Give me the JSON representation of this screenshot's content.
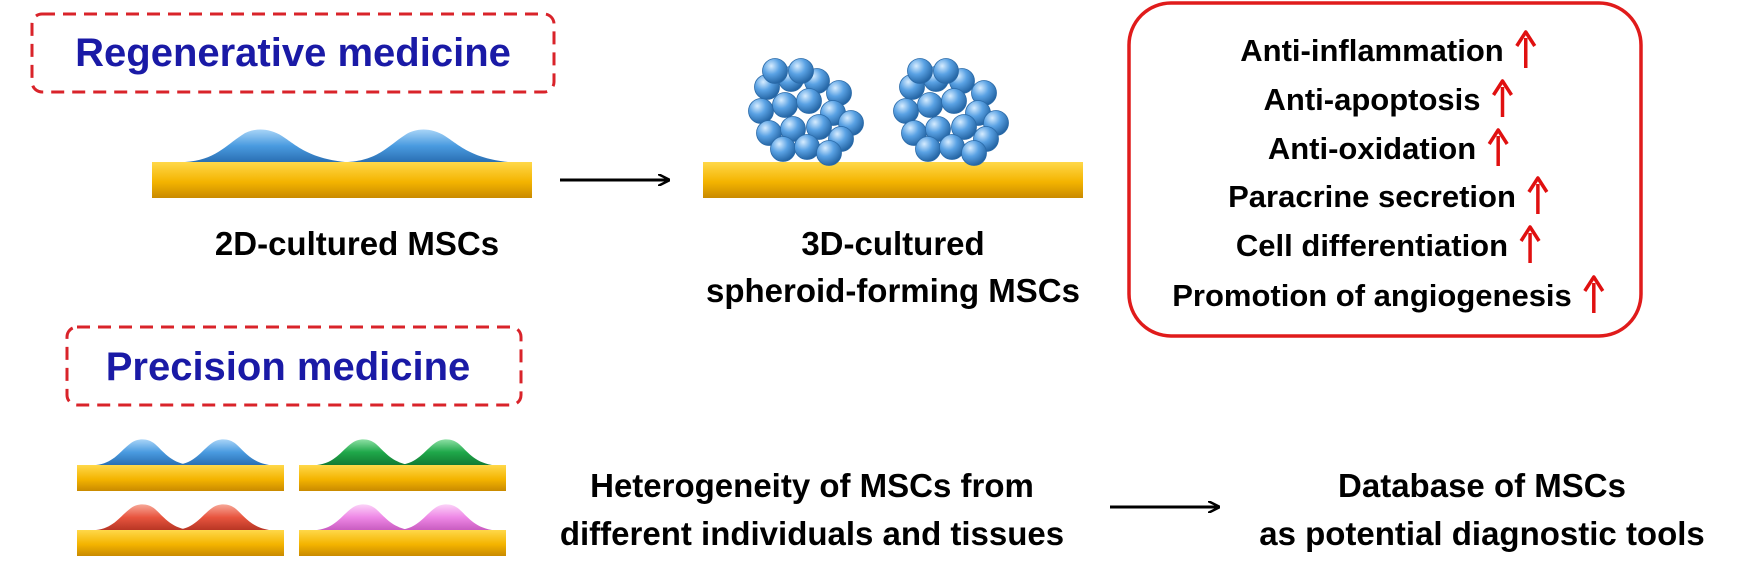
{
  "regenerative": {
    "heading": "Regenerative medicine",
    "label_2d": "2D-cultured MSCs",
    "label_3d_line1": "3D-cultured",
    "label_3d_line2": "spheroid-forming MSCs",
    "effects": [
      "Anti-inflammation",
      "Anti-apoptosis",
      "Anti-oxidation",
      "Paracrine secretion",
      "Cell differentiation",
      "Promotion of angiogenesis"
    ]
  },
  "precision": {
    "heading": "Precision medicine",
    "heterogeneity_line1": "Heterogeneity of MSCs from",
    "heterogeneity_line2": "different individuals and tissues",
    "database_line1": "Database of MSCs",
    "database_line2": "as potential diagnostic tools"
  },
  "colors": {
    "heading_text": "#1a1aa6",
    "dashed_border": "#d9232a",
    "effects_border": "#e01b1b",
    "up_arrow": "#e01010",
    "substrate": "#f4b400",
    "cell_blue": "#4a9be0",
    "cell_green": "#1fa84a",
    "cell_red": "#e8553f",
    "cell_pink": "#ee88e6",
    "sphere_blue": "#3f88d2"
  },
  "icons": {
    "process_arrow": "right-arrow-icon",
    "increase_arrow": "up-arrow-icon"
  }
}
